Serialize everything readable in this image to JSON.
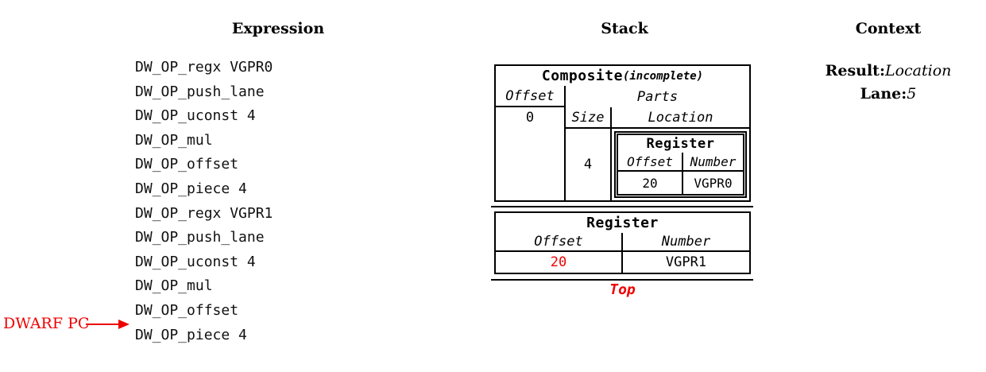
{
  "headers": {
    "expression": "Expression",
    "stack": "Stack",
    "context": "Context"
  },
  "expression": {
    "items": [
      "DW_OP_regx VGPR0",
      "DW_OP_push_lane",
      "DW_OP_uconst 4",
      "DW_OP_mul",
      "DW_OP_offset",
      "DW_OP_piece 4",
      "DW_OP_regx VGPR1",
      "DW_OP_push_lane",
      "DW_OP_uconst 4",
      "DW_OP_mul",
      "DW_OP_offset",
      "DW_OP_piece 4"
    ],
    "pc_label": "DWARF PC",
    "pc_points_to_item_index": 11
  },
  "stack": {
    "top_label": "Top",
    "entries": [
      {
        "type": "composite",
        "title": "Composite",
        "qualifier": "(incomplete)",
        "offset_header": "Offset",
        "parts_header": "Parts",
        "offset_value": "0",
        "size_header": "Size",
        "location_header": "Location",
        "part_size": "4",
        "part_location": {
          "type": "register",
          "title": "Register",
          "offset_header": "Offset",
          "number_header": "Number",
          "offset_value": "20",
          "number_value": "VGPR0"
        }
      },
      {
        "type": "register",
        "title": "Register",
        "offset_header": "Offset",
        "number_header": "Number",
        "offset_value": "20",
        "number_value": "VGPR1",
        "offset_value_highlighted": true
      }
    ]
  },
  "context": {
    "result_label": "Result:",
    "result_value": "Location",
    "lane_label": "Lane:",
    "lane_value": "5"
  },
  "colors": {
    "accent_red": "#ee0000",
    "text": "#111111"
  }
}
